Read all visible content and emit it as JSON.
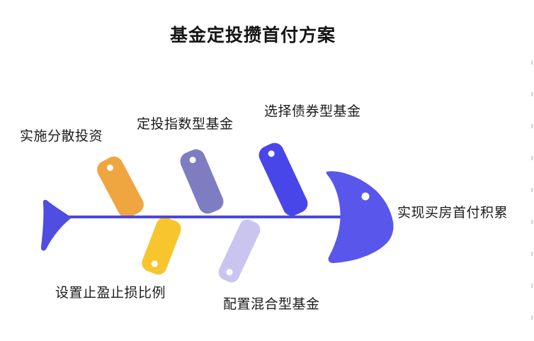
{
  "title": "基金定投攒首付方案",
  "diagram": {
    "type": "fishbone",
    "goal": {
      "label": "实现买房首付积累"
    },
    "top_causes": [
      {
        "label": "实施分散投资",
        "color": "#EFA640"
      },
      {
        "label": "定投指数型基金",
        "color": "#7F7DC2"
      },
      {
        "label": "选择债券型基金",
        "color": "#4946E9"
      }
    ],
    "bottom_causes": [
      {
        "label": "设置止盈止损比例",
        "color": "#F7C52D"
      },
      {
        "label": "配置混合型基金",
        "color": "#C9C4F0"
      }
    ],
    "spine_color": "#4B48E0",
    "tail_color": "#504DE2",
    "head_color": "#5956EB",
    "pin_dot_color": "#FFFFFF",
    "eye_color": "#FFFFFF"
  }
}
